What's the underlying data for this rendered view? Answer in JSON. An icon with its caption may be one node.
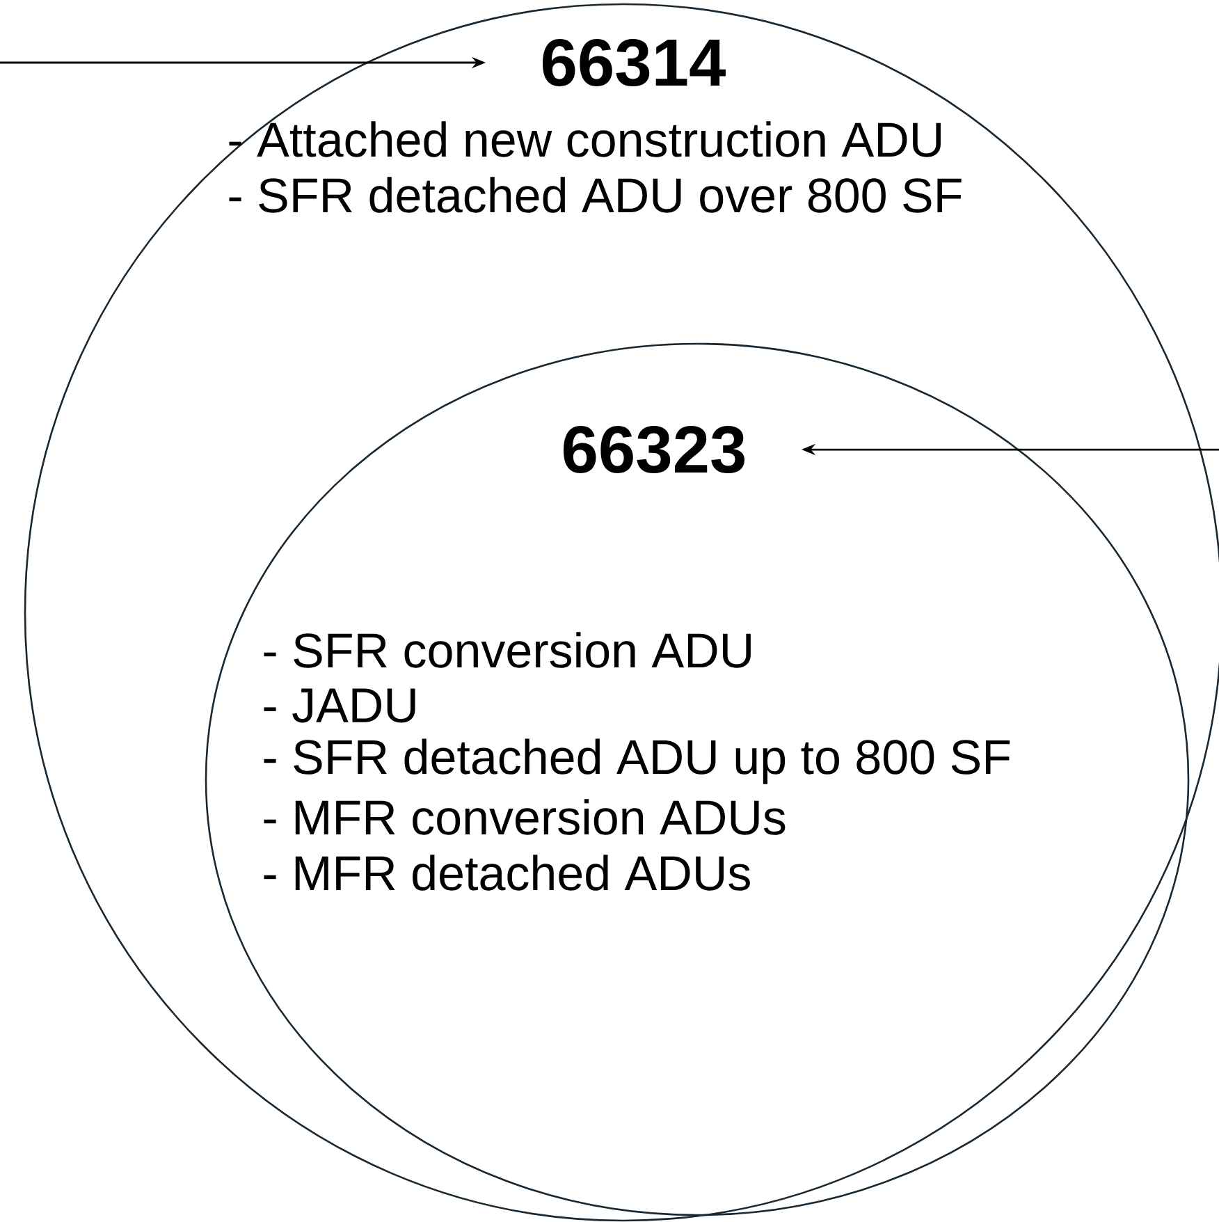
{
  "diagram": {
    "nodes": [
      {
        "text": [
          "66314",
          "- Attached new construction ADU",
          "- SFR detached ADU over 800 SF"
        ]
      },
      {
        "text": [
          "66323",
          "- SFR conversion ADU",
          "- JADU",
          "- SFR detached ADU up to 800 SF",
          "- MFR conversion ADUs",
          "- MFR detached ADUs"
        ],
        "in": 0
      }
    ],
    "edges": [
      {
        "from": null,
        "to": 0,
        "arrow": "to"
      },
      {
        "from": null,
        "to": 1,
        "arrow": "to"
      }
    ]
  }
}
